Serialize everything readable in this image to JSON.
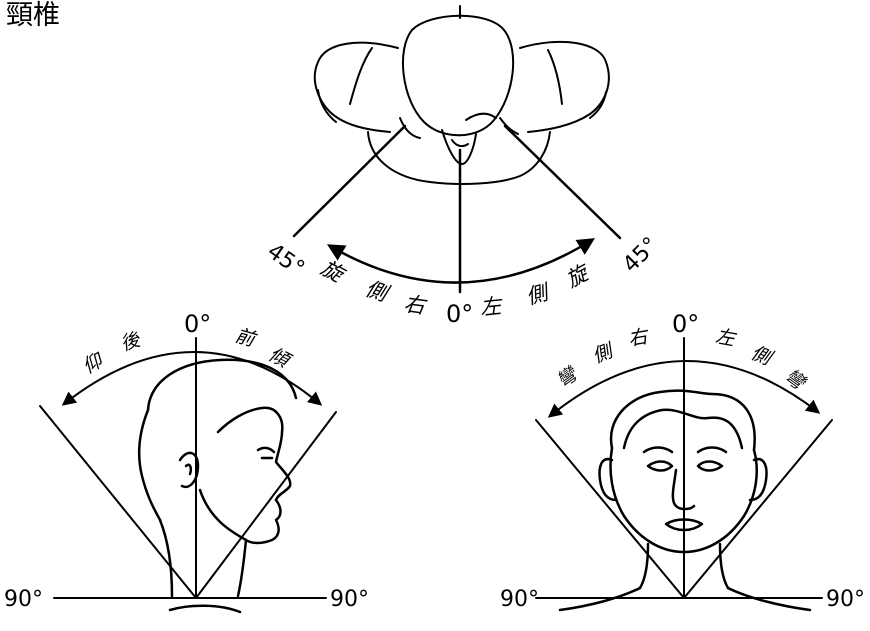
{
  "title": "頸椎",
  "rotation": {
    "left_degree": "45°",
    "right_degree": "45°",
    "zero": "0°",
    "right_label": [
      "旋",
      "側",
      "右"
    ],
    "left_label": [
      "左",
      "側",
      "旋"
    ]
  },
  "sagittal": {
    "zero": "0°",
    "back_label": [
      "仰",
      "後"
    ],
    "front_label": [
      "前",
      "傾"
    ],
    "left_90": "90°",
    "right_90": "90°"
  },
  "frontal": {
    "zero": "0°",
    "right_label": [
      "彎",
      "側",
      "右"
    ],
    "left_label": [
      "左",
      "側",
      "彎"
    ],
    "left_90": "90°",
    "right_90": "90°"
  }
}
